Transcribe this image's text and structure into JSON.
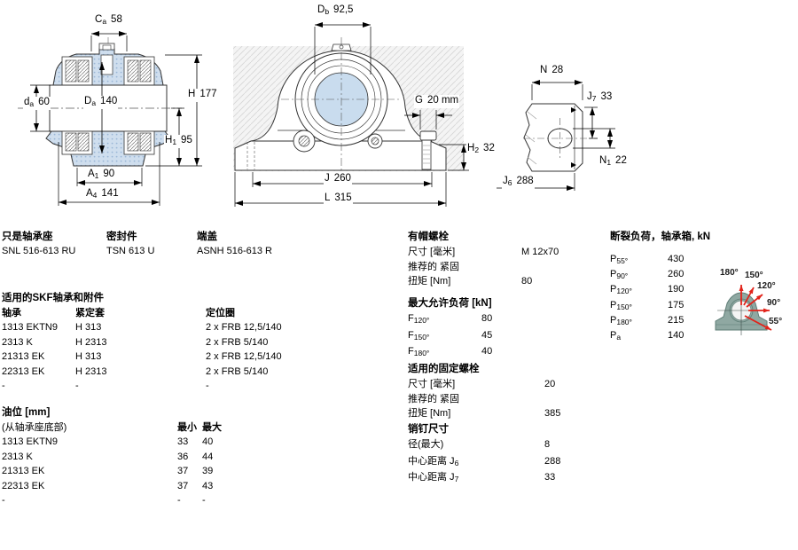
{
  "drawings": {
    "front_section": {
      "dims": {
        "ca": {
          "s": "C",
          "b": "a",
          "v": "58"
        },
        "da": {
          "s": "d",
          "b": "a",
          "v": "60"
        },
        "Da": {
          "s": "D",
          "b": "a",
          "v": "140"
        },
        "H": {
          "s": "H",
          "b": "",
          "v": "177"
        },
        "H1": {
          "s": "H",
          "b": "1",
          "v": "95"
        },
        "A1": {
          "s": "A",
          "b": "1",
          "v": "90"
        },
        "A4": {
          "s": "A",
          "b": "4",
          "v": "141"
        }
      }
    },
    "front_view": {
      "dims": {
        "Db": {
          "s": "D",
          "b": "b",
          "v": "92,5"
        },
        "G": {
          "s": "G",
          "b": "",
          "v": "20 mm"
        },
        "H2": {
          "s": "H",
          "b": "2",
          "v": "32"
        },
        "J": {
          "s": "J",
          "b": "",
          "v": "260"
        },
        "L": {
          "s": "L",
          "b": "",
          "v": "315"
        }
      }
    },
    "side_view": {
      "dims": {
        "N": {
          "s": "N",
          "b": "",
          "v": "28"
        },
        "J7": {
          "s": "J",
          "b": "7",
          "v": "33"
        },
        "N1": {
          "s": "N",
          "b": "1",
          "v": "22"
        },
        "J6": {
          "s": "J",
          "b": "6",
          "v": "288"
        }
      }
    }
  },
  "parts": {
    "housing": {
      "label": "只是轴承座",
      "value": "SNL 516-613 RU"
    },
    "seal": {
      "label": "密封件",
      "value": "TSN 613 U"
    },
    "end_cover": {
      "label": "端盖",
      "value": "ASNH 516-613 R"
    }
  },
  "skf_table": {
    "title": "适用的SKF轴承和附件",
    "headers": {
      "bearing": "轴承",
      "sleeve": "紧定套",
      "ring": "定位圈"
    },
    "rows": [
      {
        "bearing": "1313 EKTN9",
        "sleeve": "H 313",
        "ring": "2 x FRB 12,5/140"
      },
      {
        "bearing": "2313 K",
        "sleeve": "H 2313",
        "ring": "2 x FRB 5/140"
      },
      {
        "bearing": "21313 EK",
        "sleeve": "H 313",
        "ring": "2 x FRB 12,5/140"
      },
      {
        "bearing": "22313 EK",
        "sleeve": "H 2313",
        "ring": "2 x FRB 5/140"
      },
      {
        "bearing": "-",
        "sleeve": "-",
        "ring": "-"
      }
    ]
  },
  "oil_table": {
    "title": "油位 [mm]",
    "subtitle": "(从轴承座底部)",
    "headers": {
      "min": "最小",
      "max": "最大"
    },
    "rows": [
      {
        "name": "1313 EKTN9",
        "min": "33",
        "max": "40"
      },
      {
        "name": "2313 K",
        "min": "36",
        "max": "44"
      },
      {
        "name": "21313 EK",
        "min": "37",
        "max": "39"
      },
      {
        "name": "22313 EK",
        "min": "37",
        "max": "43"
      },
      {
        "name": "-",
        "min": "-",
        "max": "-"
      }
    ]
  },
  "cap_bolts": {
    "title": "有帽螺栓",
    "rows": [
      {
        "label": "尺寸 [毫米]",
        "value": "M 12x70"
      },
      {
        "label": "推荐的 紧固",
        "value": ""
      },
      {
        "label": "扭矩 [Nm]",
        "value": "80"
      }
    ]
  },
  "max_load": {
    "title": "最大允许负荷 [kN]",
    "rows": [
      {
        "s": "F",
        "b": "120°",
        "v": "80"
      },
      {
        "s": "F",
        "b": "150°",
        "v": "45"
      },
      {
        "s": "F",
        "b": "180°",
        "v": "40"
      }
    ]
  },
  "fixing_bolts": {
    "title": "适用的固定螺栓",
    "rows": [
      {
        "label": "尺寸 [毫米]",
        "value": "20"
      },
      {
        "label": "推荐的 紧固",
        "value": ""
      },
      {
        "label": "扭矩 [Nm]",
        "value": "385"
      }
    ]
  },
  "pins": {
    "title": "销钉尺寸",
    "rows": [
      {
        "label": "径(最大)",
        "sub": "",
        "value": "8"
      },
      {
        "label": "中心距离 J",
        "sub": "6",
        "value": "288"
      },
      {
        "label": "中心距离 J",
        "sub": "7",
        "value": "33"
      }
    ]
  },
  "breaking_load": {
    "title": "断裂负荷，轴承箱, kN",
    "rows": [
      {
        "s": "P",
        "b": "55°",
        "v": "430"
      },
      {
        "s": "P",
        "b": "90°",
        "v": "260"
      },
      {
        "s": "P",
        "b": "120°",
        "v": "190"
      },
      {
        "s": "P",
        "b": "150°",
        "v": "175"
      },
      {
        "s": "P",
        "b": "180°",
        "v": "215"
      },
      {
        "s": "P",
        "b": "a",
        "v": "140"
      }
    ]
  },
  "angle_diagram": {
    "labels": [
      "180°",
      "150°",
      "120°",
      "90°",
      "55°"
    ],
    "arrow_color": "#e2231a",
    "housing_color": "#8fa8a2"
  },
  "colors": {
    "section_fill": "#cfdeee",
    "outline": "#333333"
  }
}
